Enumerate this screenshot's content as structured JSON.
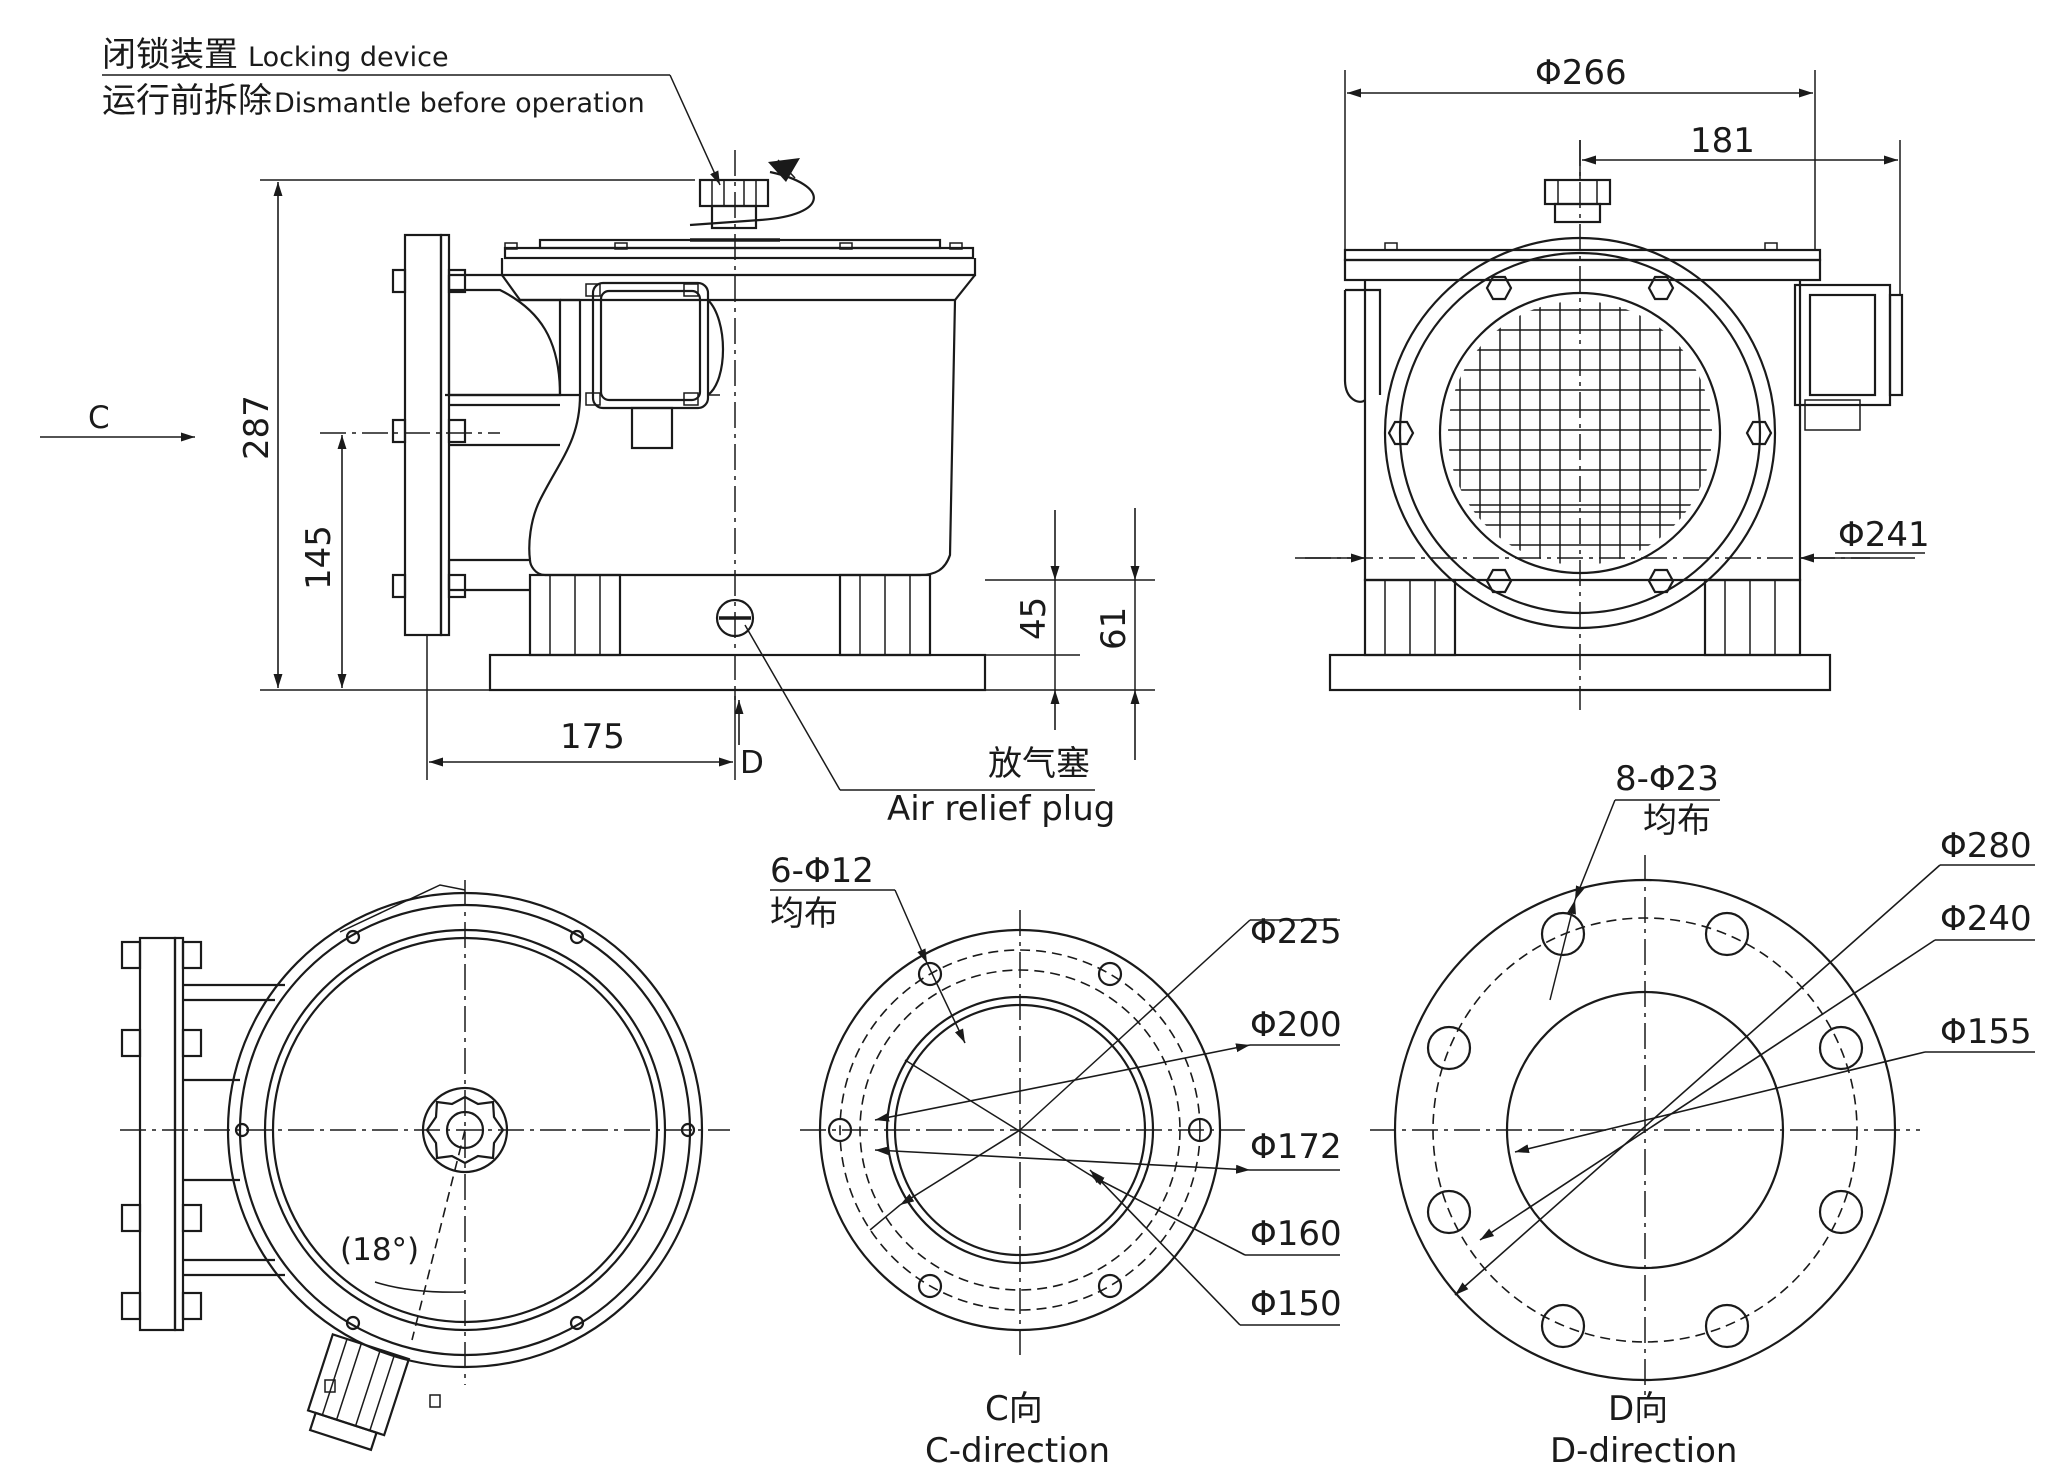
{
  "labels": {
    "locking_cn": "闭锁装置",
    "locking_en": "Locking device",
    "dismantle_cn": "运行前拆除",
    "dismantle_en": "Dismantle before operation",
    "air_relief_cn": "放气塞",
    "air_relief_en": "Air relief plug",
    "arrow_c": "C",
    "arrow_d": "D",
    "angle": "(18°)",
    "c_dir_cn": "C向",
    "c_dir_en": "C-direction",
    "d_dir_cn": "D向",
    "d_dir_en": "D-direction",
    "bolts_c_count": "6-Φ12",
    "bolts_c_note": "均布",
    "bolts_d_count": "8-Φ23",
    "bolts_d_note": "均布"
  },
  "dimensions": {
    "height_total": "287",
    "height_axis": "145",
    "base_45": "45",
    "base_61": "61",
    "offset_175": "175",
    "width_266": "Φ266",
    "width_181": "181",
    "dia_241": "Φ241",
    "c_225": "Φ225",
    "c_200": "Φ200",
    "c_172": "Φ172",
    "c_160": "Φ160",
    "c_150": "Φ150",
    "d_280": "Φ280",
    "d_240": "Φ240",
    "d_155": "Φ155"
  }
}
